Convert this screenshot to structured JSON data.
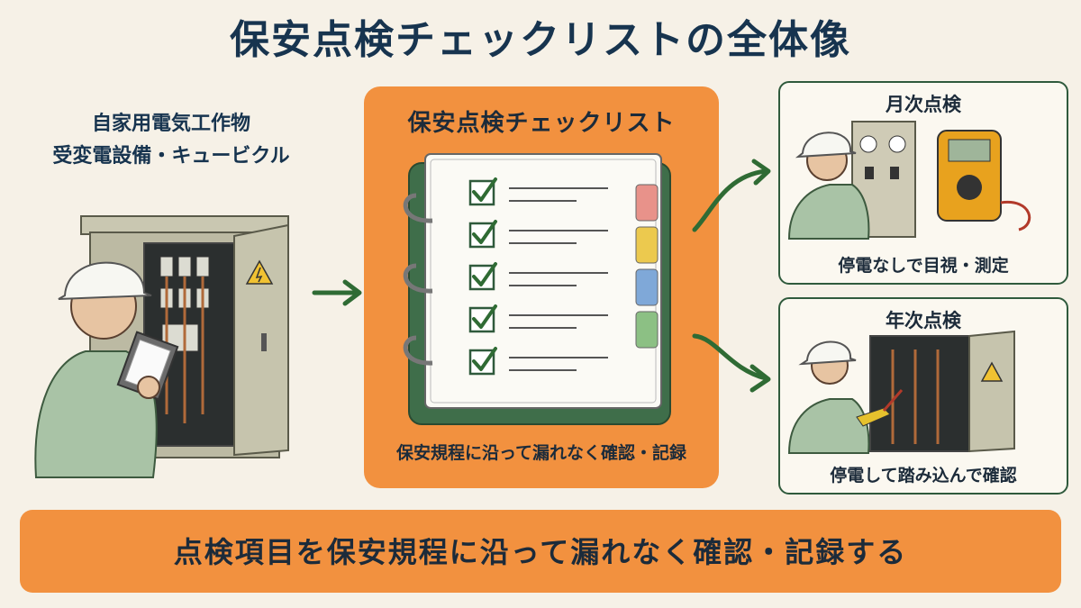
{
  "title": "保安点検チェックリストの全体像",
  "left": {
    "line1": "自家用電気工作物",
    "line2": "受変電設備・キュービクル"
  },
  "center": {
    "title": "保安点検チェックリスト",
    "caption": "保安規程に沿って漏れなく確認・記録",
    "checked_items": 5,
    "tab_colors": [
      "#e8928a",
      "#ecc94e",
      "#7fa8d8",
      "#8cc084"
    ]
  },
  "monthly": {
    "title": "月次点検",
    "caption": "停電なしで目視・測定"
  },
  "annual": {
    "title": "年次点検",
    "caption": "停電して踏み込んで確認"
  },
  "banner": {
    "text": "点検項目を保安規程に沿って漏れなく確認・記録する"
  },
  "colors": {
    "accent": "#f2913f",
    "title": "#17344f",
    "arrow": "#2f6b34",
    "card_border": "#2f5a3c"
  },
  "icons": [
    "hard-hat-worker-icon",
    "cubicle-cabinet-icon",
    "clipboard-icon",
    "checklist-binder-icon",
    "multimeter-icon",
    "high-voltage-warning-icon",
    "arrow-right-icon"
  ]
}
